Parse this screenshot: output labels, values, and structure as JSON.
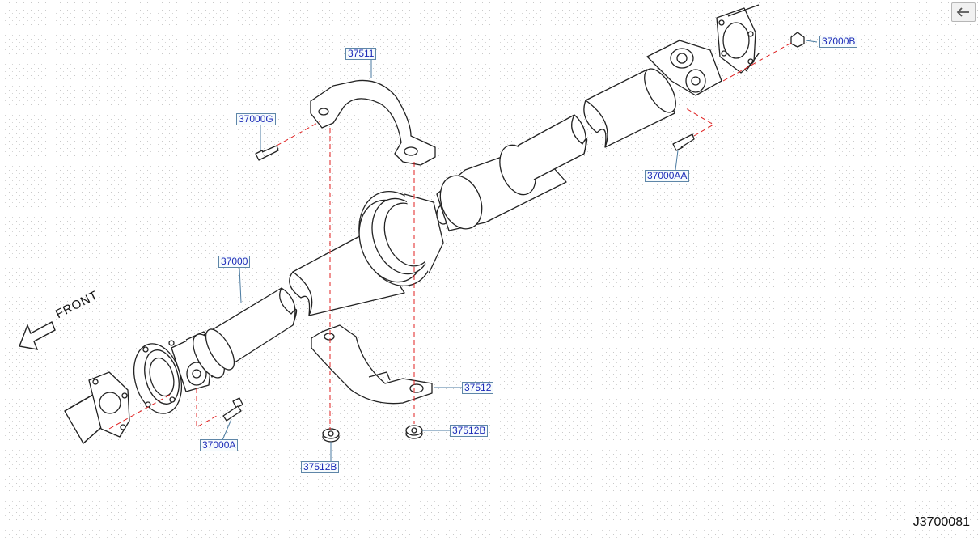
{
  "diagram_code": "J3700081",
  "front_label": "FRONT",
  "back_icon": "arrow-left-icon",
  "callouts": {
    "c37511": "37511",
    "c37000G": "37000G",
    "c37000B": "37000B",
    "c37000AA": "37000AA",
    "c37000": "37000",
    "c37512": "37512",
    "c37512B_right": "37512B",
    "c37512B_bottom": "37512B",
    "c37000A": "37000A"
  },
  "colors": {
    "callout_text": "#1c2bb8",
    "leader": "#4a7aa0",
    "dash": "#e02020",
    "line": "#222222"
  }
}
